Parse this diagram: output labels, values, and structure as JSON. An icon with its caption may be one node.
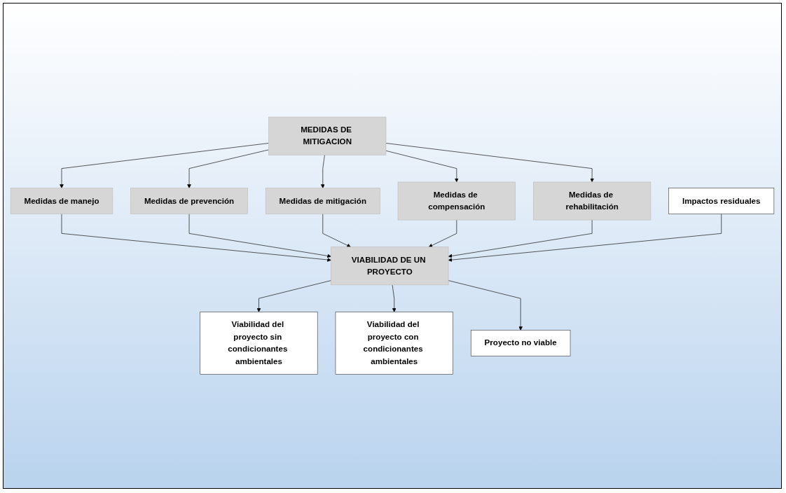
{
  "diagram": {
    "nodes": [
      {
        "text": [
          "MEDIDAS DE MITIGACION"
        ]
      },
      {
        "text": [
          "Medidas de manejo"
        ]
      },
      {
        "text": [
          "Medidas de prevención"
        ]
      },
      {
        "text": [
          "Medidas de mitigación"
        ]
      },
      {
        "text": [
          "Medidas de compensación"
        ]
      },
      {
        "text": [
          "Medidas de rehabilitación"
        ]
      },
      {
        "text": [
          "Impactos residuales"
        ]
      },
      {
        "text": [
          "VIABILIDAD DE UN PROYECTO"
        ]
      },
      {
        "text": [
          "Viabilidad del proyecto sin condicionantes ambientales"
        ]
      },
      {
        "text": [
          "Viabilidad del proyecto con condicionantes ambientales"
        ]
      },
      {
        "text": [
          "Proyecto no viable"
        ]
      }
    ],
    "edges": [
      {
        "from": 0,
        "to": 1,
        "arrow": "to"
      },
      {
        "from": 0,
        "to": 2,
        "arrow": "to"
      },
      {
        "from": 0,
        "to": 3,
        "arrow": "to"
      },
      {
        "from": 0,
        "to": 4,
        "arrow": "to"
      },
      {
        "from": 0,
        "to": 5,
        "arrow": "to"
      },
      {
        "from": 1,
        "to": 7,
        "arrow": "to"
      },
      {
        "from": 2,
        "to": 7,
        "arrow": "to"
      },
      {
        "from": 3,
        "to": 7,
        "arrow": "to"
      },
      {
        "from": 4,
        "to": 7,
        "arrow": "to"
      },
      {
        "from": 5,
        "to": 7,
        "arrow": "to"
      },
      {
        "from": 6,
        "to": 7,
        "arrow": "to"
      },
      {
        "from": 7,
        "to": 8,
        "arrow": "to"
      },
      {
        "from": 7,
        "to": 9,
        "arrow": "to"
      },
      {
        "from": 7,
        "to": 10,
        "arrow": "to"
      }
    ]
  }
}
